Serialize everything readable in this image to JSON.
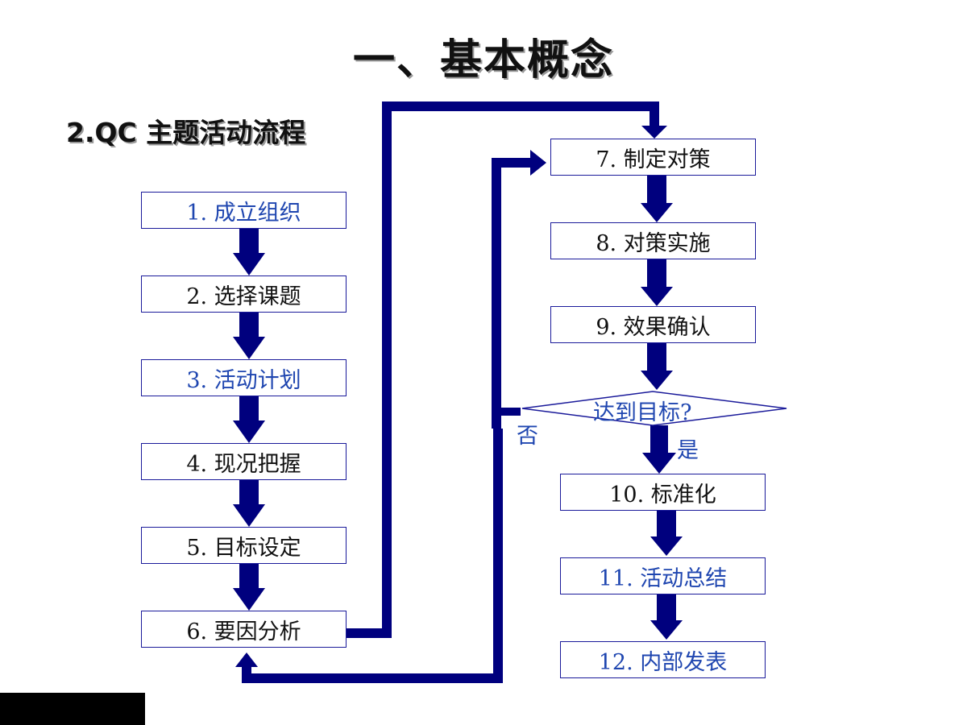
{
  "title": "一、基本概念",
  "subtitle": "2.QC 主题活动流程",
  "steps": [
    {
      "label": "1. 成立组织"
    },
    {
      "label": "2. 选择课题"
    },
    {
      "label": "3. 活动计划"
    },
    {
      "label": "4. 现况把握"
    },
    {
      "label": "5. 目标设定"
    },
    {
      "label": "6. 要因分析"
    },
    {
      "label": "7. 制定对策"
    },
    {
      "label": "8. 对策实施"
    },
    {
      "label": "9. 效果确认"
    },
    {
      "label": "10. 标准化"
    },
    {
      "label": "11. 活动总结"
    },
    {
      "label": "12. 内部发表"
    }
  ],
  "decision": {
    "label": "达到目标?",
    "no_label": "否",
    "yes_label": "是"
  },
  "colors": {
    "arrow": "#00007e",
    "box_border": "#1a1a9a",
    "blue_text": "#1f46b0"
  }
}
